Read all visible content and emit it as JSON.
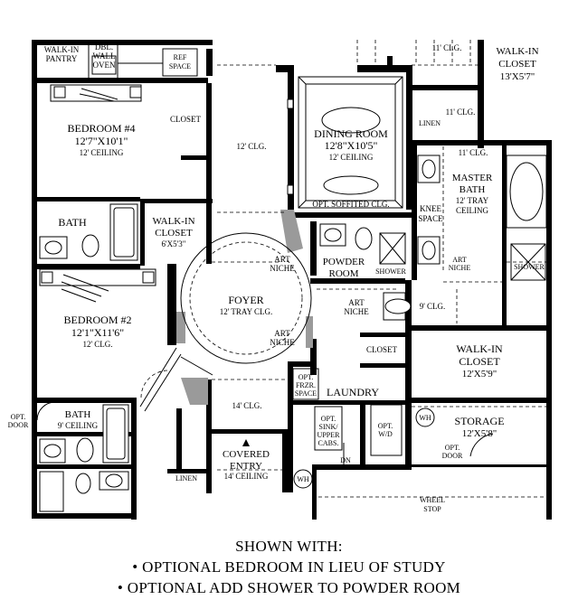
{
  "rooms": {
    "walk_in_pantry": [
      "WALK-IN",
      "PANTRY"
    ],
    "dbl_wall_oven": [
      "DBL.",
      "WALL",
      "OVEN"
    ],
    "ref_space": [
      "REF",
      "SPACE"
    ],
    "bedroom4": [
      "BEDROOM #4",
      "12'7\"X10'1\"",
      "12' CEILING"
    ],
    "closet_bed4": "CLOSET",
    "hall_clg": "12' CLG.",
    "dining": [
      "DINING ROOM",
      "12'8\"X10'5\"",
      "12' CEILING"
    ],
    "opt_soffited": "OPT. SOFFITED CLG.",
    "clg_11_top": "11' CLG.",
    "linen_master": "LINEN",
    "clg_11_mid": "11' CLG.",
    "clg_11_low": "11' CLG.",
    "walk_in_closet_master": [
      "WALK-IN",
      "CLOSET",
      "13'X5'7\""
    ],
    "master_bath": [
      "MASTER",
      "BATH",
      "12' TRAY",
      "CEILING"
    ],
    "knee_space": [
      "KNEE",
      "SPACE"
    ],
    "bath_top": "BATH",
    "walk_in_closet_6": [
      "WALK-IN",
      "CLOSET",
      "6'X5'3\""
    ],
    "art_niche_1": [
      "ART",
      "NICHE"
    ],
    "powder_room": [
      "POWDER",
      "ROOM"
    ],
    "shower_powder": "SHOWER",
    "art_niche_master": [
      "ART",
      "NICHE"
    ],
    "shower_master": "SHOWER",
    "foyer": [
      "FOYER",
      "12' TRAY CLG."
    ],
    "art_niche_2": [
      "ART",
      "NICHE"
    ],
    "clg_9_hall": "9' CLG.",
    "bedroom2": [
      "BEDROOM #2",
      "12'1\"X11'6\"",
      "12' CLG."
    ],
    "art_niche_3": [
      "ART",
      "NICHE"
    ],
    "closet_laundry": "CLOSET",
    "walk_in_closet_12": [
      "WALK-IN",
      "CLOSET",
      "12'X5'9\""
    ],
    "opt_frzr": [
      "OPT.",
      "FRZR.",
      "SPACE"
    ],
    "laundry": "LAUNDRY",
    "clg_14": "14' CLG.",
    "opt_door_left": [
      "OPT.",
      "DOOR"
    ],
    "bath_lower": [
      "BATH",
      "9' CEILING"
    ],
    "opt_sink": [
      "OPT.",
      "SINK/",
      "UPPER",
      "CABS."
    ],
    "opt_wd": [
      "OPT.",
      "W/D"
    ],
    "wh_storage": "WH",
    "storage": [
      "STORAGE",
      "12'X5'8\""
    ],
    "opt_door_storage": [
      "OPT.",
      "DOOR"
    ],
    "covered_entry": [
      "COVERED",
      "ENTRY",
      "14' CEILING"
    ],
    "linen_entry": "LINEN",
    "dn": "DN",
    "wh_entry": "WH",
    "wheel_stop": [
      "WHEEL",
      "STOP"
    ]
  },
  "caption": {
    "heading": "SHOWN WITH:",
    "items": [
      "OPTIONAL BEDROOM IN LIEU OF STUDY",
      "OPTIONAL ADD SHOWER TO POWDER ROOM"
    ],
    "bullet": "•"
  }
}
